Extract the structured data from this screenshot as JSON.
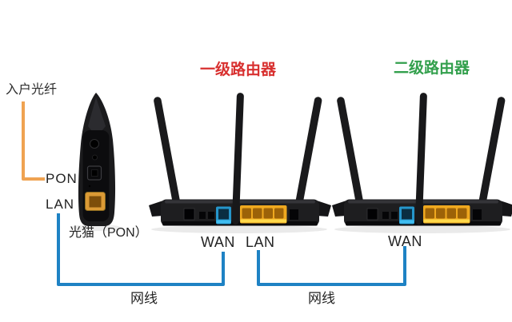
{
  "labels": {
    "incoming_fiber": "入户光纤",
    "modem_pon": "PON",
    "modem_lan": "LAN",
    "modem_caption": "光猫（PON）",
    "router1_title": "一级路由器",
    "router1_wan": "WAN",
    "router1_lan": "LAN",
    "router2_title": "二级路由器",
    "router2_wan": "WAN",
    "cable1": "网线",
    "cable2": "网线"
  },
  "colors": {
    "background": "#ffffff",
    "router1_title_red": "#d8302f",
    "router2_title_green": "#33a04d",
    "fiber_cable": "#efa251",
    "ethernet_cable": "#1e82c4",
    "wan_port": "#2596cb",
    "lan_ports": "#efa81f",
    "modem_lan_port": "#db9a35",
    "device_body": "#1b1b1d",
    "label_text": "#232323"
  },
  "connections": [
    {
      "cable_label": "入户光纤",
      "type": "fiber",
      "to": "光猫 PON"
    },
    {
      "cable_label": "网线",
      "type": "ethernet",
      "from": "光猫 LAN",
      "to": "一级路由器 WAN"
    },
    {
      "cable_label": "网线",
      "type": "ethernet",
      "from": "一级路由器 LAN",
      "to": "二级路由器 WAN"
    }
  ]
}
